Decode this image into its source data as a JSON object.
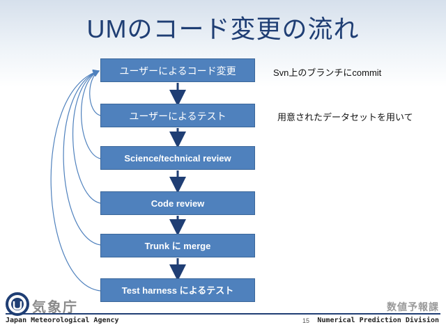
{
  "title": "UMのコード変更の流れ",
  "steps": [
    {
      "label": "ユーザーによるコード変更"
    },
    {
      "label": "ユーザーによるテスト"
    },
    {
      "label": "Science/technical review"
    },
    {
      "label": "Code review"
    },
    {
      "label": "Trunk に merge"
    },
    {
      "label": "Test harness によるテスト"
    }
  ],
  "notes": {
    "code_change": "Svn上のブランチにcommit",
    "test": "用意されたデータセットを用いて"
  },
  "footer": {
    "org_jp": "気象庁",
    "org_en": "Japan Meteorological Agency",
    "page": "15",
    "division_jp": "数値予報課",
    "division_en": "Numerical Prediction Division"
  },
  "colors": {
    "box_fill": "#4f81bd",
    "arrow": "#1f3e74",
    "feedback_line": "#4f81bd",
    "title": "#1f3e74"
  }
}
